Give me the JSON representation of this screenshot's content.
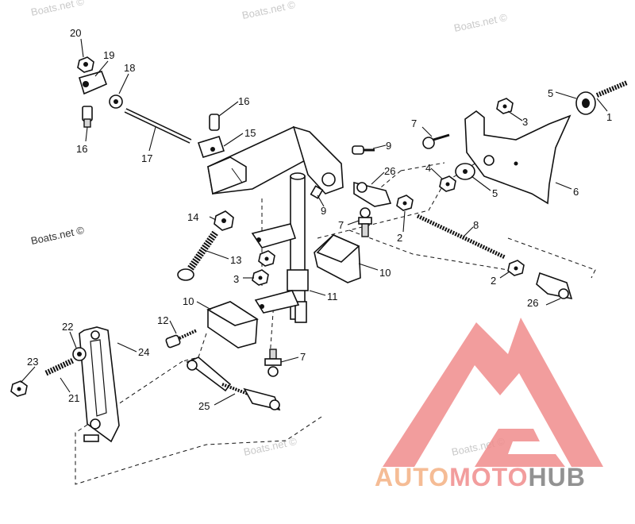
{
  "watermarks": [
    "Boats.net ©",
    "Boats.net ©",
    "Boats.net ©",
    "Boats.net ©",
    "Boats.net ©",
    "Boats.net ©"
  ],
  "logo": {
    "part1": "AUTO",
    "part2": "MOTO",
    "part3": "HUB",
    "color_auto": "#f4b183",
    "color_moto": "#f08c8c",
    "color_hub": "#7f7f7f",
    "triangle_color": "#f08c8c"
  },
  "callouts": {
    "c1": "1",
    "c2a": "2",
    "c2b": "2",
    "c3a": "3",
    "c3b": "3",
    "c4": "4",
    "c5a": "5",
    "c5b": "5",
    "c6": "6",
    "c7a": "7",
    "c7b": "7",
    "c7c": "7",
    "c8": "8",
    "c9a": "9",
    "c9b": "9",
    "c10a": "10",
    "c10b": "10",
    "c11": "11",
    "c12": "12",
    "c13": "13",
    "c14": "14",
    "c15": "15",
    "c16a": "16",
    "c16b": "16",
    "c17": "17",
    "c18": "18",
    "c19": "19",
    "c20": "20",
    "c21": "21",
    "c22": "22",
    "c23": "23",
    "c24": "24",
    "c25": "25",
    "c26a": "26",
    "c26b": "26"
  }
}
